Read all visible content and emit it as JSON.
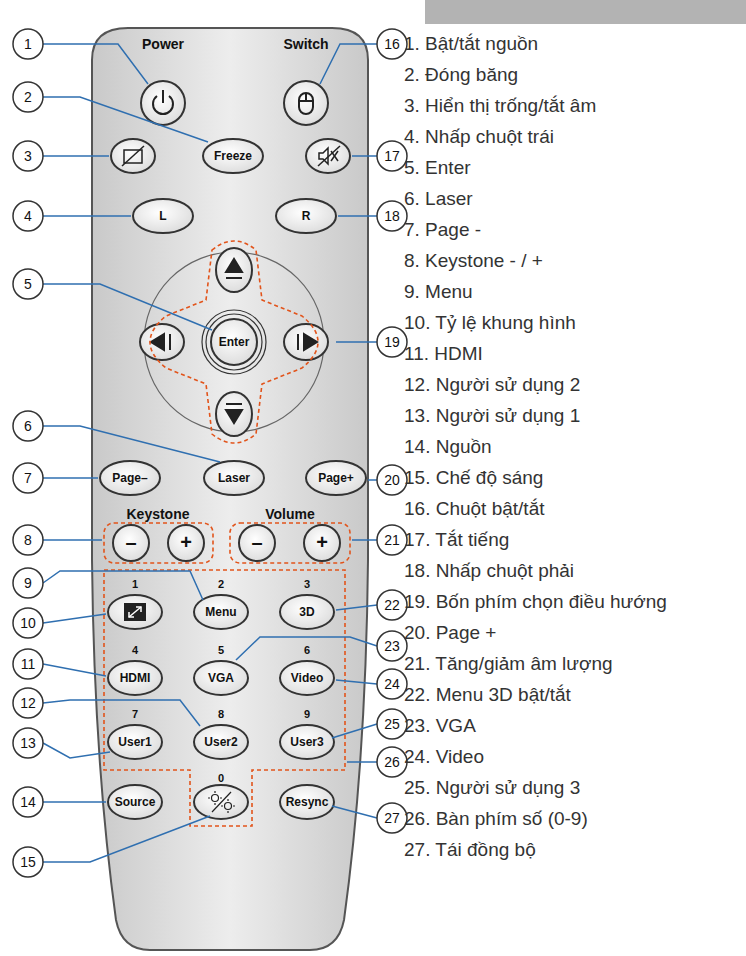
{
  "diagram": {
    "labels": [
      "Power",
      "Switch",
      "Freeze",
      "L",
      "R",
      "Enter",
      "Page–",
      "Laser",
      "Page+",
      "Keystone",
      "Volume",
      "–",
      "+",
      "–",
      "+",
      "1",
      "2",
      "3",
      "4",
      "5",
      "6",
      "7",
      "8",
      "9",
      "0",
      "Menu",
      "3D",
      "HDMI",
      "VGA",
      "Video",
      "User1",
      "User2",
      "User3",
      "Source",
      "Resync",
      "1",
      "2",
      "3",
      "4",
      "5",
      "6",
      "7",
      "8",
      "9",
      "10",
      "11",
      "12",
      "13",
      "14",
      "15",
      "16",
      "17",
      "18",
      "19",
      "20",
      "21",
      "22",
      "23",
      "24",
      "25",
      "26",
      "27",
      "1. Bật/tắt nguồn",
      "2. Đóng băng",
      "3. Hiển thị trống/tắt âm",
      "4. Nhấp chuột trái",
      "5. Enter",
      "6. Laser",
      "7. Page -",
      "8. Keystone - / +",
      "9. Menu",
      "10. Tỷ lệ khung hình",
      "11. HDMI",
      "12. Người sử dụng 2",
      "13. Người sử dụng 1",
      "14. Nguồn",
      "15. Chế độ sáng",
      "16. Chuột bật/tắt",
      "17. Tắt tiếng",
      "18. Nhấp chuột phải",
      "19. Bốn phím chọn điều hướng",
      "20. Page +",
      "21. Tăng/giảm âm lượng",
      "22. Menu 3D bật/tắt",
      "23. VGA",
      "24. Video",
      "25. Người sử dụng 3",
      "26. Bàn phím số (0-9)",
      "27. Tái đồng bộ"
    ]
  }
}
